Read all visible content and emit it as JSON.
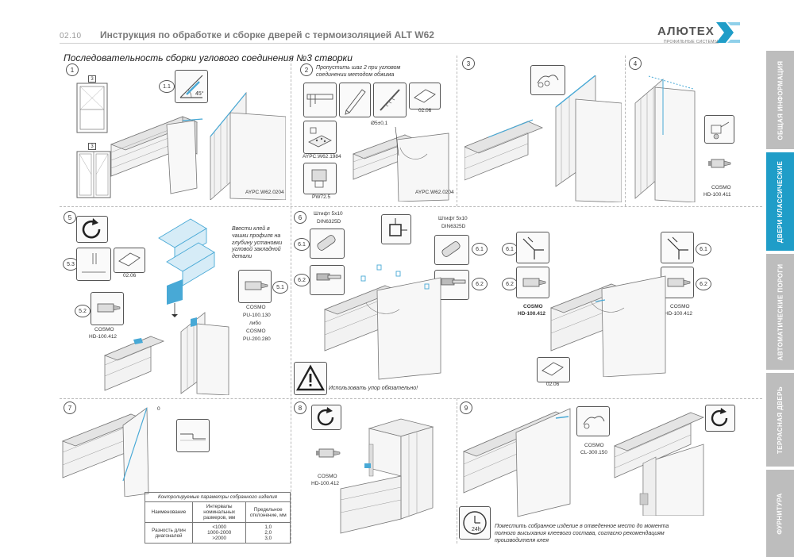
{
  "header": {
    "page_number": "02.10",
    "title": "Инструкция по обработке и сборке дверей с термоизоляцией ALT W62",
    "logo": "АЛЮТЕХ",
    "logo_sub": "ПРОФИЛЬНЫЕ СИСТЕМЫ"
  },
  "section_title": "Последовательность сборки углового соединения №3 створки",
  "tabs": [
    "ОБЩАЯ ИНФОРМАЦИЯ",
    "ДВЕРИ КЛАССИЧЕСКИЕ",
    "АВТОМАТИЧЕСКИЕ ПОРОГИ",
    "ТЕРРАСНАЯ ДВЕРЬ",
    "ФУРНИТУРА"
  ],
  "colors": {
    "accent": "#1f9dc8",
    "tab_inactive": "#bdbdbd",
    "blue_part": "#48a9d6"
  },
  "steps": {
    "s1": {
      "num": "1",
      "sub": "1.1",
      "box_a": "3",
      "box_b": "3",
      "angle": "45°",
      "part": "AYPC.W62.0204"
    },
    "s2": {
      "num": "2",
      "note": "Пропустить шаг 2 при угловом соединении методом обжима",
      "code_0206": "02.06",
      "tool_a": "AYPC.W62.1984",
      "tool_b": "PW72.5",
      "dim": "Ø5±0,1",
      "part": "AYPC.W62.0204"
    },
    "s3": {
      "num": "3"
    },
    "s4": {
      "num": "4",
      "glue_brand": "COSMO",
      "glue_code": "HD-100.411"
    },
    "s5": {
      "num": "5",
      "sub_a": "5.1",
      "sub_b": "5.2",
      "sub_c": "5.3",
      "code_0206": "02.06",
      "note": "Ввести клей в чашки профиля на глубину установки угловой закладной детали",
      "glue_brand": "COSMO",
      "glue_code": "HD-100.412",
      "glue2_line1": "COSMO",
      "glue2_line2": "PU-100.130",
      "glue2_line3": "либо",
      "glue2_line4": "COSMO",
      "glue2_line5": "PU-200.280"
    },
    "s6": {
      "num": "6",
      "sub_a": "6.1",
      "sub_b": "6.2",
      "pin_left_1": "Штифт 5x10",
      "pin_left_2": "DIN6325D",
      "pin_right_1": "Штифт 5x10",
      "pin_right_2": "DIN6325D",
      "warning": "Использовать упор обязательно!",
      "glue_brand": "COSMO",
      "glue_code": "HD-100.412",
      "glue_brand_b": "COSMO",
      "glue_code_b": "HD-100.412",
      "code_0206": "02.06"
    },
    "s7": {
      "num": "7",
      "dim": "0"
    },
    "s8": {
      "num": "8",
      "glue_brand": "COSMO",
      "glue_code": "HD-100.412"
    },
    "s9": {
      "num": "9",
      "glue_brand": "COSMO",
      "glue_code": "CL-300.150",
      "hours": "24h",
      "note": "Поместить собранное изделие в отведенное место до момента полного высыхания клеевого состава, согласно рекомендациям производителя клея"
    }
  },
  "control_table": {
    "caption": "Контролируемые параметры собранного изделия",
    "headers": [
      "Наименование",
      "Интервалы номинальных размеров, мм",
      "Предельное отклонение, мм"
    ],
    "row_name": "Разность длин диагоналей",
    "intervals": [
      "<1000",
      "1000-2000",
      ">2000"
    ],
    "deviations": [
      "1,0",
      "2,0",
      "3,0"
    ]
  }
}
